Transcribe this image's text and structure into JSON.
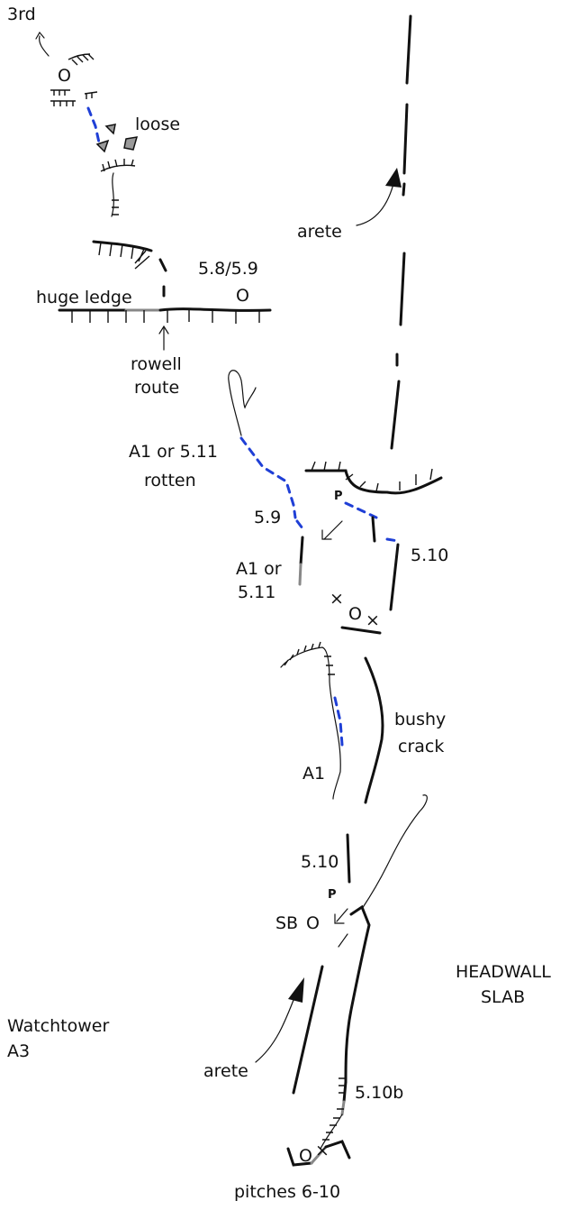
{
  "labels": {
    "third": "3rd",
    "loose": "loose",
    "arete_top": "arete",
    "grade_58_59": "5.8/5.9",
    "huge_ledge": "huge ledge",
    "belay_o": "O",
    "rowell": "rowell",
    "route": "route",
    "a1_or_511_line1": "A1 or 5.11",
    "rotten": "rotten",
    "grade_59": "5.9",
    "pin_p": "P",
    "grade_510_a": "5.10",
    "a1_or": "A1 or",
    "grade_511": "5.11",
    "bushy": "bushy",
    "crack": "crack",
    "a1": "A1",
    "grade_510_b": "5.10",
    "sb": "SB",
    "headwall": "HEADWALL",
    "slab": "SLAB",
    "watchtower": "Watchtower",
    "a3": "A3",
    "arete_bottom": "arete",
    "grade_510b": "5.10b",
    "pitches": "pitches 6-10",
    "bolt_x": "×"
  },
  "colors": {
    "line": "#111111",
    "aid_dashed": "#1f3fd6",
    "rock": "#9a9a9a",
    "gray_line": "#888888"
  }
}
